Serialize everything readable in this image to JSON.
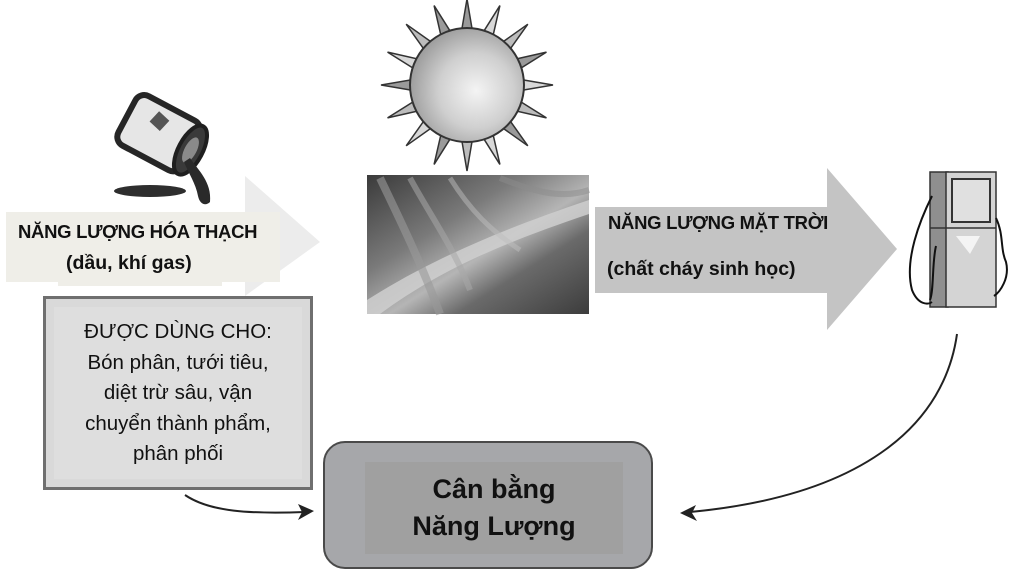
{
  "fossil": {
    "title": "NĂNG LƯỢNG HÓA THẠCH",
    "subtitle": "(dầu, khí gas)",
    "icon": "oil-barrel-pouring-icon"
  },
  "uses": {
    "lines": [
      "ĐƯỢC DÙNG CHO:",
      "Bón phân, tưới tiêu,",
      "diệt trừ sâu, vận",
      "chuyển thành phẩm,",
      "phân phối"
    ]
  },
  "solar": {
    "title": "NĂNG LƯỢNG MẶT TRỜI",
    "subtitle": "(chất cháy sinh học)",
    "sun_icon": "sun-icon",
    "plant_image": "plant-leaves-photo",
    "pump_icon": "fuel-pump-icon"
  },
  "balance": {
    "line1": "Cân bằng",
    "line2": "Năng Lượng"
  },
  "colors": {
    "fossil_arrow": "#ececec",
    "fossil_label_bg": "#efeee8",
    "solar_arrow": "#c4c4c4",
    "uses_box_fill": "#d9d9d9",
    "uses_box_border": "#6f6f6f",
    "balance_box_fill": "#a6a7aa",
    "balance_box_border": "#4a4a4a"
  }
}
